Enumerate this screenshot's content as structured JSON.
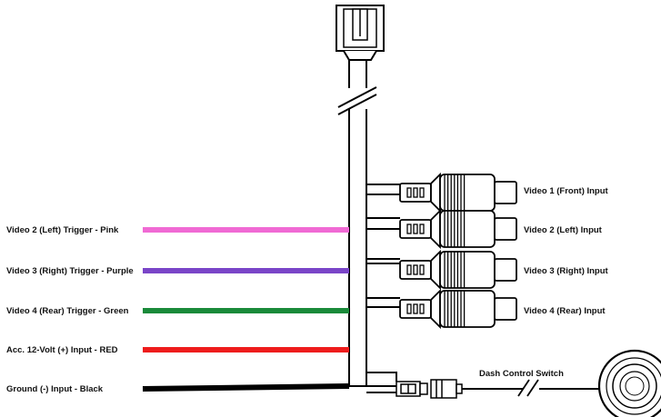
{
  "wire_labels": [
    "Video 2 (Left) Trigger - Pink",
    "Video 3 (Right) Trigger - Purple",
    "Video 4 (Rear) Trigger - Green",
    "Acc. 12-Volt (+) Input - RED",
    "Ground (-) Input - Black"
  ],
  "wire_colors": [
    "#f06ad4",
    "#7a45c8",
    "#1a8a3a",
    "#ee1c1c",
    "#000000"
  ],
  "video_inputs": [
    "Video 1 (Front) Input",
    "Video 2 (Left) Input",
    "Video 3 (Right) Input",
    "Video 4 (Rear) Input"
  ],
  "switch_label": "Dash Control Switch"
}
